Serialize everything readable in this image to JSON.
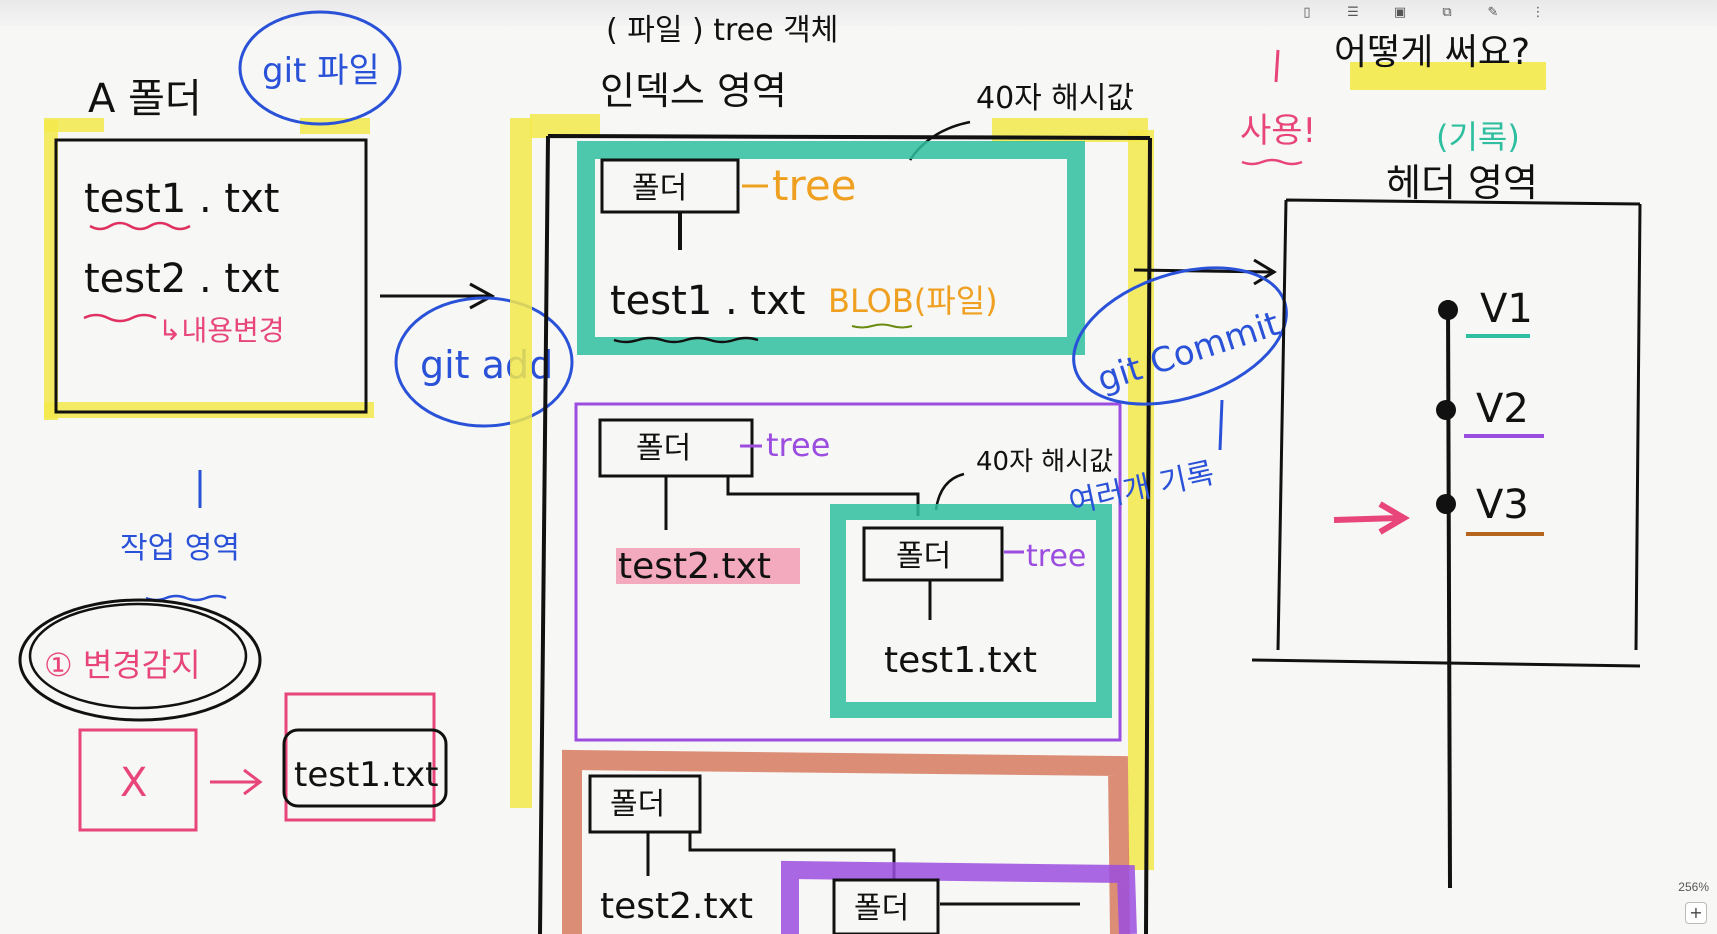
{
  "toolbar": {
    "icons": [
      "panel-icon",
      "document-icon",
      "image-icon",
      "layers-icon",
      "pen-icon",
      "more-icon"
    ]
  },
  "zoom": {
    "level": "256%",
    "plus_label": "+"
  },
  "left": {
    "folder_title": "A 폴더",
    "git_label": "git 파일",
    "file1": "test1 . txt",
    "file2": "test2 . txt",
    "change_note": "↳내용변경",
    "work_area": "작업 영역",
    "change_detect": "① 변경감지",
    "x_mark": "X",
    "test_note": "test1.txt"
  },
  "git_add": "git add",
  "middle": {
    "header_cut": "( 파일 )  tree 객체",
    "index_area": "인덱스 영역",
    "hash1": "40자 해시값",
    "folder": "폴더",
    "tree": "tree",
    "blob_file": "test1 . txt",
    "blob_label": "BLOB(파일)",
    "hash2": "40자 해시값",
    "test2": "test2.txt",
    "inner_folder": "폴더",
    "inner_tree": "tree",
    "inner_file": "test1.txt",
    "bottom_folder": "폴더",
    "bottom_file": "test2.txt",
    "bottom_folder2": "폴더"
  },
  "git_commit": "git Commit",
  "history_note": "여러개 기록",
  "right": {
    "question": "어떻게 써요?",
    "usage": "사용!",
    "record": "(기록)",
    "head_area": "헤더 영역",
    "versions": [
      "V1",
      "V2",
      "V3"
    ]
  },
  "colors": {
    "yellow": "#f3e94a",
    "teal": "#2fbfa0",
    "blue": "#2a52d8",
    "orange": "#f0a020",
    "purple": "#9b4de0",
    "pink": "#e8457a",
    "salmon": "#d77a5f",
    "ink": "#111111"
  }
}
